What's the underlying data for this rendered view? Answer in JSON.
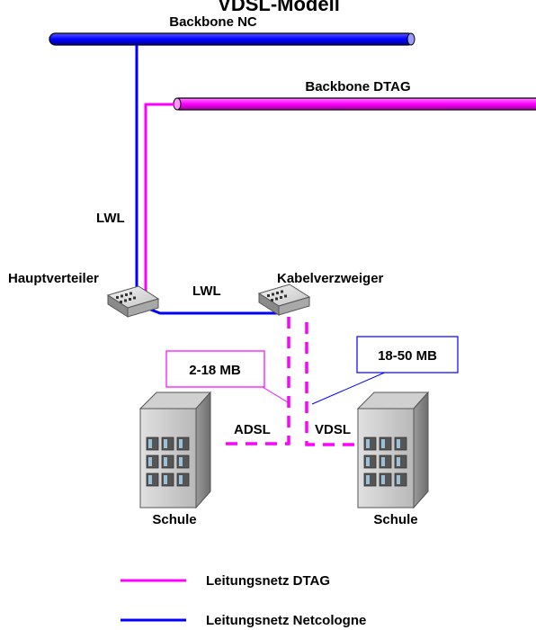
{
  "title": "VDSL-Modell",
  "colors": {
    "dtag": "#ff00ff",
    "netcologne": "#0000ff",
    "background": "#ffffff"
  },
  "backbones": {
    "nc": {
      "label": "Backbone NC"
    },
    "dtag": {
      "label": "Backbone DTAG"
    }
  },
  "links": {
    "lwl_vertical": "LWL",
    "lwl_horizontal": "LWL"
  },
  "nodes": {
    "hauptverteiler": {
      "label": "Hauptverteiler",
      "icon": "network-switch-icon"
    },
    "kabelverzweiger": {
      "label": "Kabelverzweiger",
      "icon": "network-switch-icon"
    },
    "schule_left": {
      "label": "Schule",
      "icon": "building-icon"
    },
    "schule_right": {
      "label": "Schule",
      "icon": "building-icon"
    }
  },
  "connections": {
    "adsl": "ADSL",
    "vdsl": "VDSL"
  },
  "callouts": {
    "adsl_speed": "2-18 MB",
    "vdsl_speed": "18-50 MB"
  },
  "legend": [
    {
      "label": "Leitungsnetz DTAG",
      "color": "#ff00ff"
    },
    {
      "label": "Leitungsnetz Netcologne",
      "color": "#0000ff"
    }
  ]
}
